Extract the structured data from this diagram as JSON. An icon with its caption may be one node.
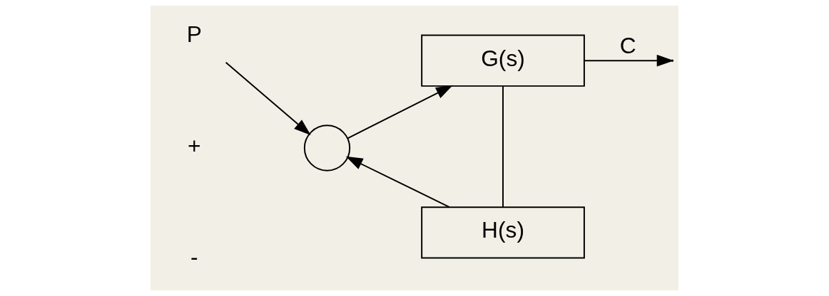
{
  "diagram": {
    "nodes": [
      {
        "text": [
          "P"
        ]
      },
      {
        "text": [],
        "shape": "circle"
      },
      {
        "text": [
          "G(s)"
        ]
      },
      {
        "text": [
          "H(s)"
        ]
      }
    ],
    "edges": [
      {
        "from": 0,
        "to": 1,
        "arrow": "to"
      },
      {
        "from": 1,
        "to": 2,
        "arrow": "to"
      },
      {
        "from": 2,
        "to": null,
        "arrow": "to",
        "label": "C"
      },
      {
        "from": 2,
        "to": 3,
        "arrow": "none"
      },
      {
        "from": 3,
        "to": 1,
        "arrow": "to"
      }
    ],
    "labels": [
      "+",
      "-"
    ]
  }
}
